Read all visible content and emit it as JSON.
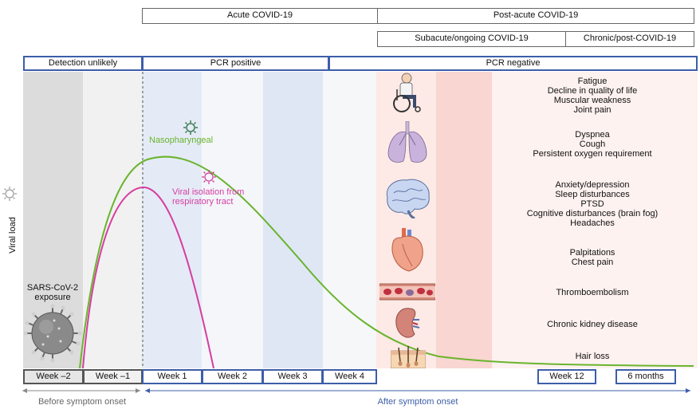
{
  "header": {
    "acute": "Acute COVID-19",
    "post_acute": "Post-acute COVID-19",
    "subacute": "Subacute/ongoing COVID-19",
    "chronic": "Chronic/post-COVID-19"
  },
  "pcr": {
    "detection": "Detection unlikely",
    "positive": "PCR positive",
    "negative": "PCR negative"
  },
  "y_axis_label": "Viral load",
  "curve_labels": {
    "nasopharyngeal": "Nasopharyngeal",
    "viral_isolation": [
      "Viral isolation from",
      "respiratory tract"
    ],
    "exposure": [
      "SARS-CoV-2",
      "exposure"
    ]
  },
  "symptoms": [
    {
      "organ": "wheelchair",
      "lines": [
        "Fatigue",
        "Decline in quality of life",
        "Muscular weakness",
        "Joint pain"
      ]
    },
    {
      "organ": "lungs",
      "lines": [
        "Dyspnea",
        "Cough",
        "Persistent oxygen requirement"
      ]
    },
    {
      "organ": "brain",
      "lines": [
        "Anxiety/depression",
        "Sleep disturbances",
        "PTSD",
        "Cognitive disturbances (brain fog)",
        "Headaches"
      ]
    },
    {
      "organ": "heart",
      "lines": [
        "Palpitations",
        "Chest pain"
      ]
    },
    {
      "organ": "blood-vessel",
      "lines": [
        "Thromboembolism"
      ]
    },
    {
      "organ": "kidney",
      "lines": [
        "Chronic kidney disease"
      ]
    },
    {
      "organ": "skin",
      "lines": [
        "Hair loss"
      ]
    }
  ],
  "weeks": [
    "Week –2",
    "Week –1",
    "Week 1",
    "Week 2",
    "Week 3",
    "Week 4",
    "Week 12",
    "6 months"
  ],
  "bottom": {
    "before": "Before symptom onset",
    "after": "After symptom onset"
  },
  "colors": {
    "nasopharyngeal": "#6ab42d",
    "viral_isolation": "#d63ea0",
    "pcr_border": "#3d5ea8"
  }
}
